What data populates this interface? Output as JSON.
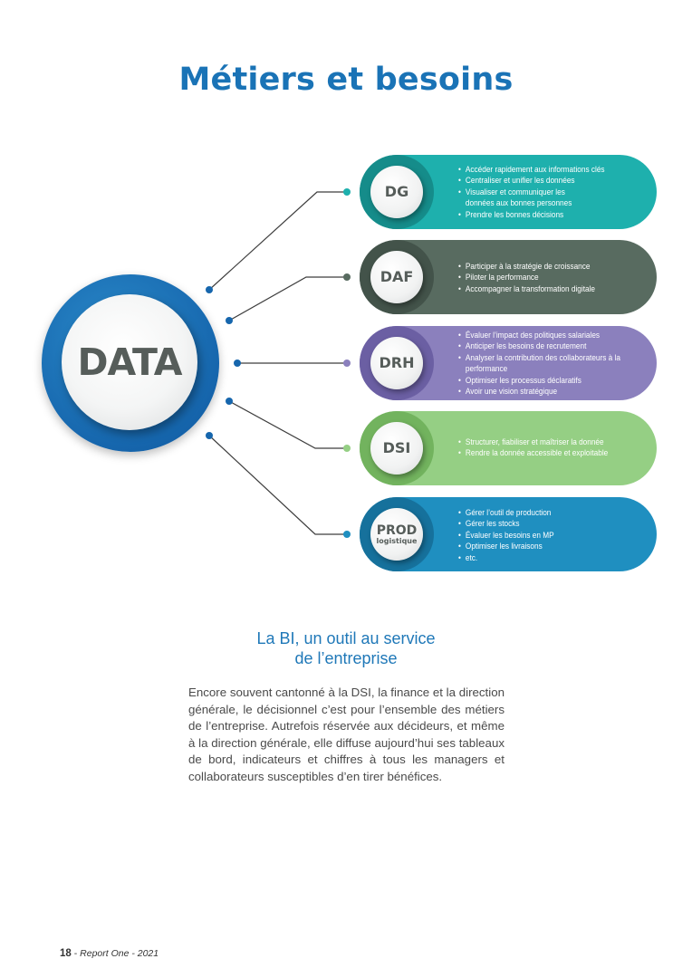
{
  "page": {
    "title": "Métiers et besoins",
    "subtitle_line1": "La BI, un outil au service",
    "subtitle_line2": "de l’entreprise",
    "body": "Encore souvent cantonné à la DSI, la finance et la direction générale, le décisionnel c’est pour l’ensemble des métiers de l’entreprise. Autrefois réservée aux décideurs, et même à la direction générale, elle diffuse aujourd’hui ses tableaux de bord, indicateurs et chiffres à tous les managers et collaborateurs susceptibles d’en tirer bénéfices."
  },
  "diagram": {
    "center_label": "DATA",
    "roles": [
      {
        "label": "DG",
        "sublabel": "",
        "color": "#1eb0ad",
        "dark": "#158c8a",
        "items": [
          "Accéder rapidement aux informations clés",
          "Centraliser et unifier les données",
          "Visualiser et communiquer les données aux bonnes personnes",
          "Prendre les bonnes décisions"
        ]
      },
      {
        "label": "DAF",
        "sublabel": "",
        "color": "#586b60",
        "dark": "#43534a",
        "items": [
          "Participer à la stratégie de croissance",
          "Piloter la performance",
          "Accompagner la transformation digitale"
        ]
      },
      {
        "label": "DRH",
        "sublabel": "",
        "color": "#8b80bd",
        "dark": "#6b5fa3",
        "items": [
          "Évaluer l’impact des politiques salariales",
          "Anticiper les besoins de recrutement",
          "Analyser la contribution des collaborateurs à la performance",
          "Optimiser les processus déclaratifs",
          "Avoir une vision stratégique"
        ]
      },
      {
        "label": "DSI",
        "sublabel": "",
        "color": "#95cf84",
        "dark": "#72b35e",
        "items": [
          "Structurer, fiabiliser et maîtriser la donnée",
          "Rendre la donnée accessible et exploitable"
        ]
      },
      {
        "label": "PROD",
        "sublabel": "logistique",
        "color": "#1f8fc0",
        "dark": "#16719c",
        "items": [
          "Gérer l’outil de production",
          "Gérer les stocks",
          "Évaluer les besoins en MP",
          "Optimiser les livraisons",
          "etc."
        ]
      }
    ]
  },
  "footer": {
    "page_number": "18",
    "separator": " - ",
    "reference": "Report One - 2021"
  }
}
